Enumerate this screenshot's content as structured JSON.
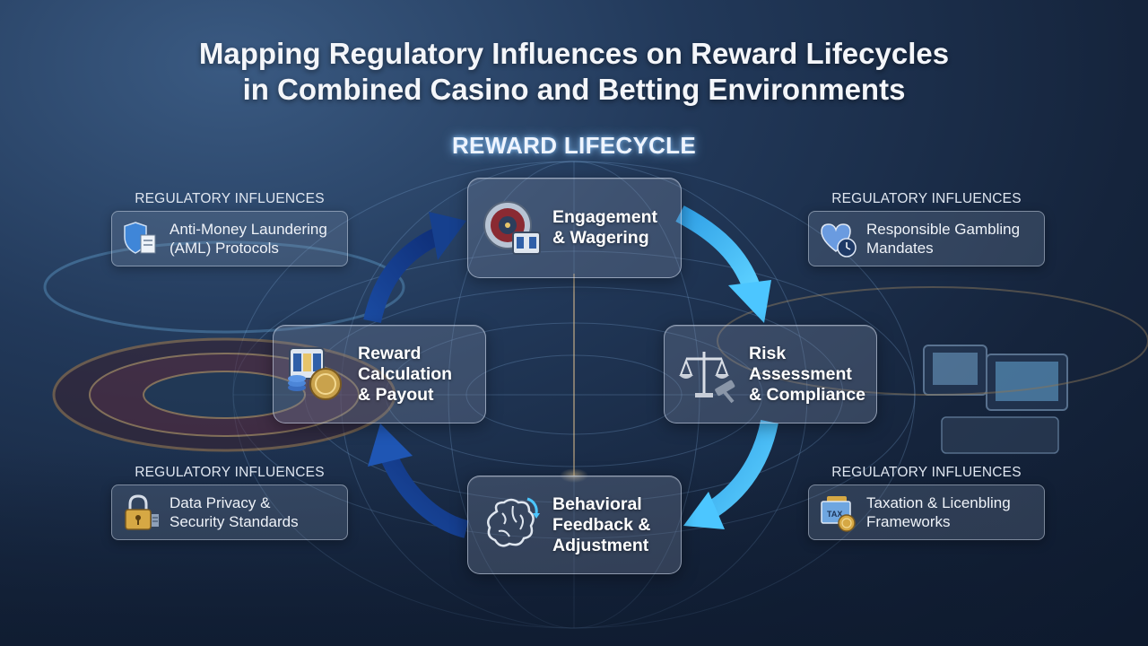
{
  "title": "Mapping Regulatory Influences on Reward Lifecycles\nin Combined Casino and Betting Environments",
  "cycle_title": "REWARD LIFECYCLE",
  "stages": {
    "engagement": "Engagement\n& Wagering",
    "risk": "Risk\nAssessment\n& Compliance",
    "feedback": "Behavioral\nFeedback &\nAdjustment",
    "reward": "Reward\nCalculation\n& Payout"
  },
  "influences": {
    "caption": "REGULATORY INFLUENCES",
    "aml": "Anti-Money Laundering\n(AML) Protocols",
    "responsible": "Responsible Gambling\nMandates",
    "privacy": "Data Privacy &\nSecurity Standards",
    "taxation": "Taxation & Licenbling\nFrameworks",
    "tax_icon_text": "TAX"
  },
  "colors": {
    "arrow_light": "#3fb8f0",
    "arrow_dark": "#1b4fa0",
    "glow": "#8cc8ff"
  },
  "icons": [
    "roulette-slot-icon",
    "scales-gavel-icon",
    "brain-icon",
    "slot-coins-icon",
    "shield-document-icon",
    "heart-clock-icon",
    "padlock-icon",
    "tax-coin-icon"
  ]
}
